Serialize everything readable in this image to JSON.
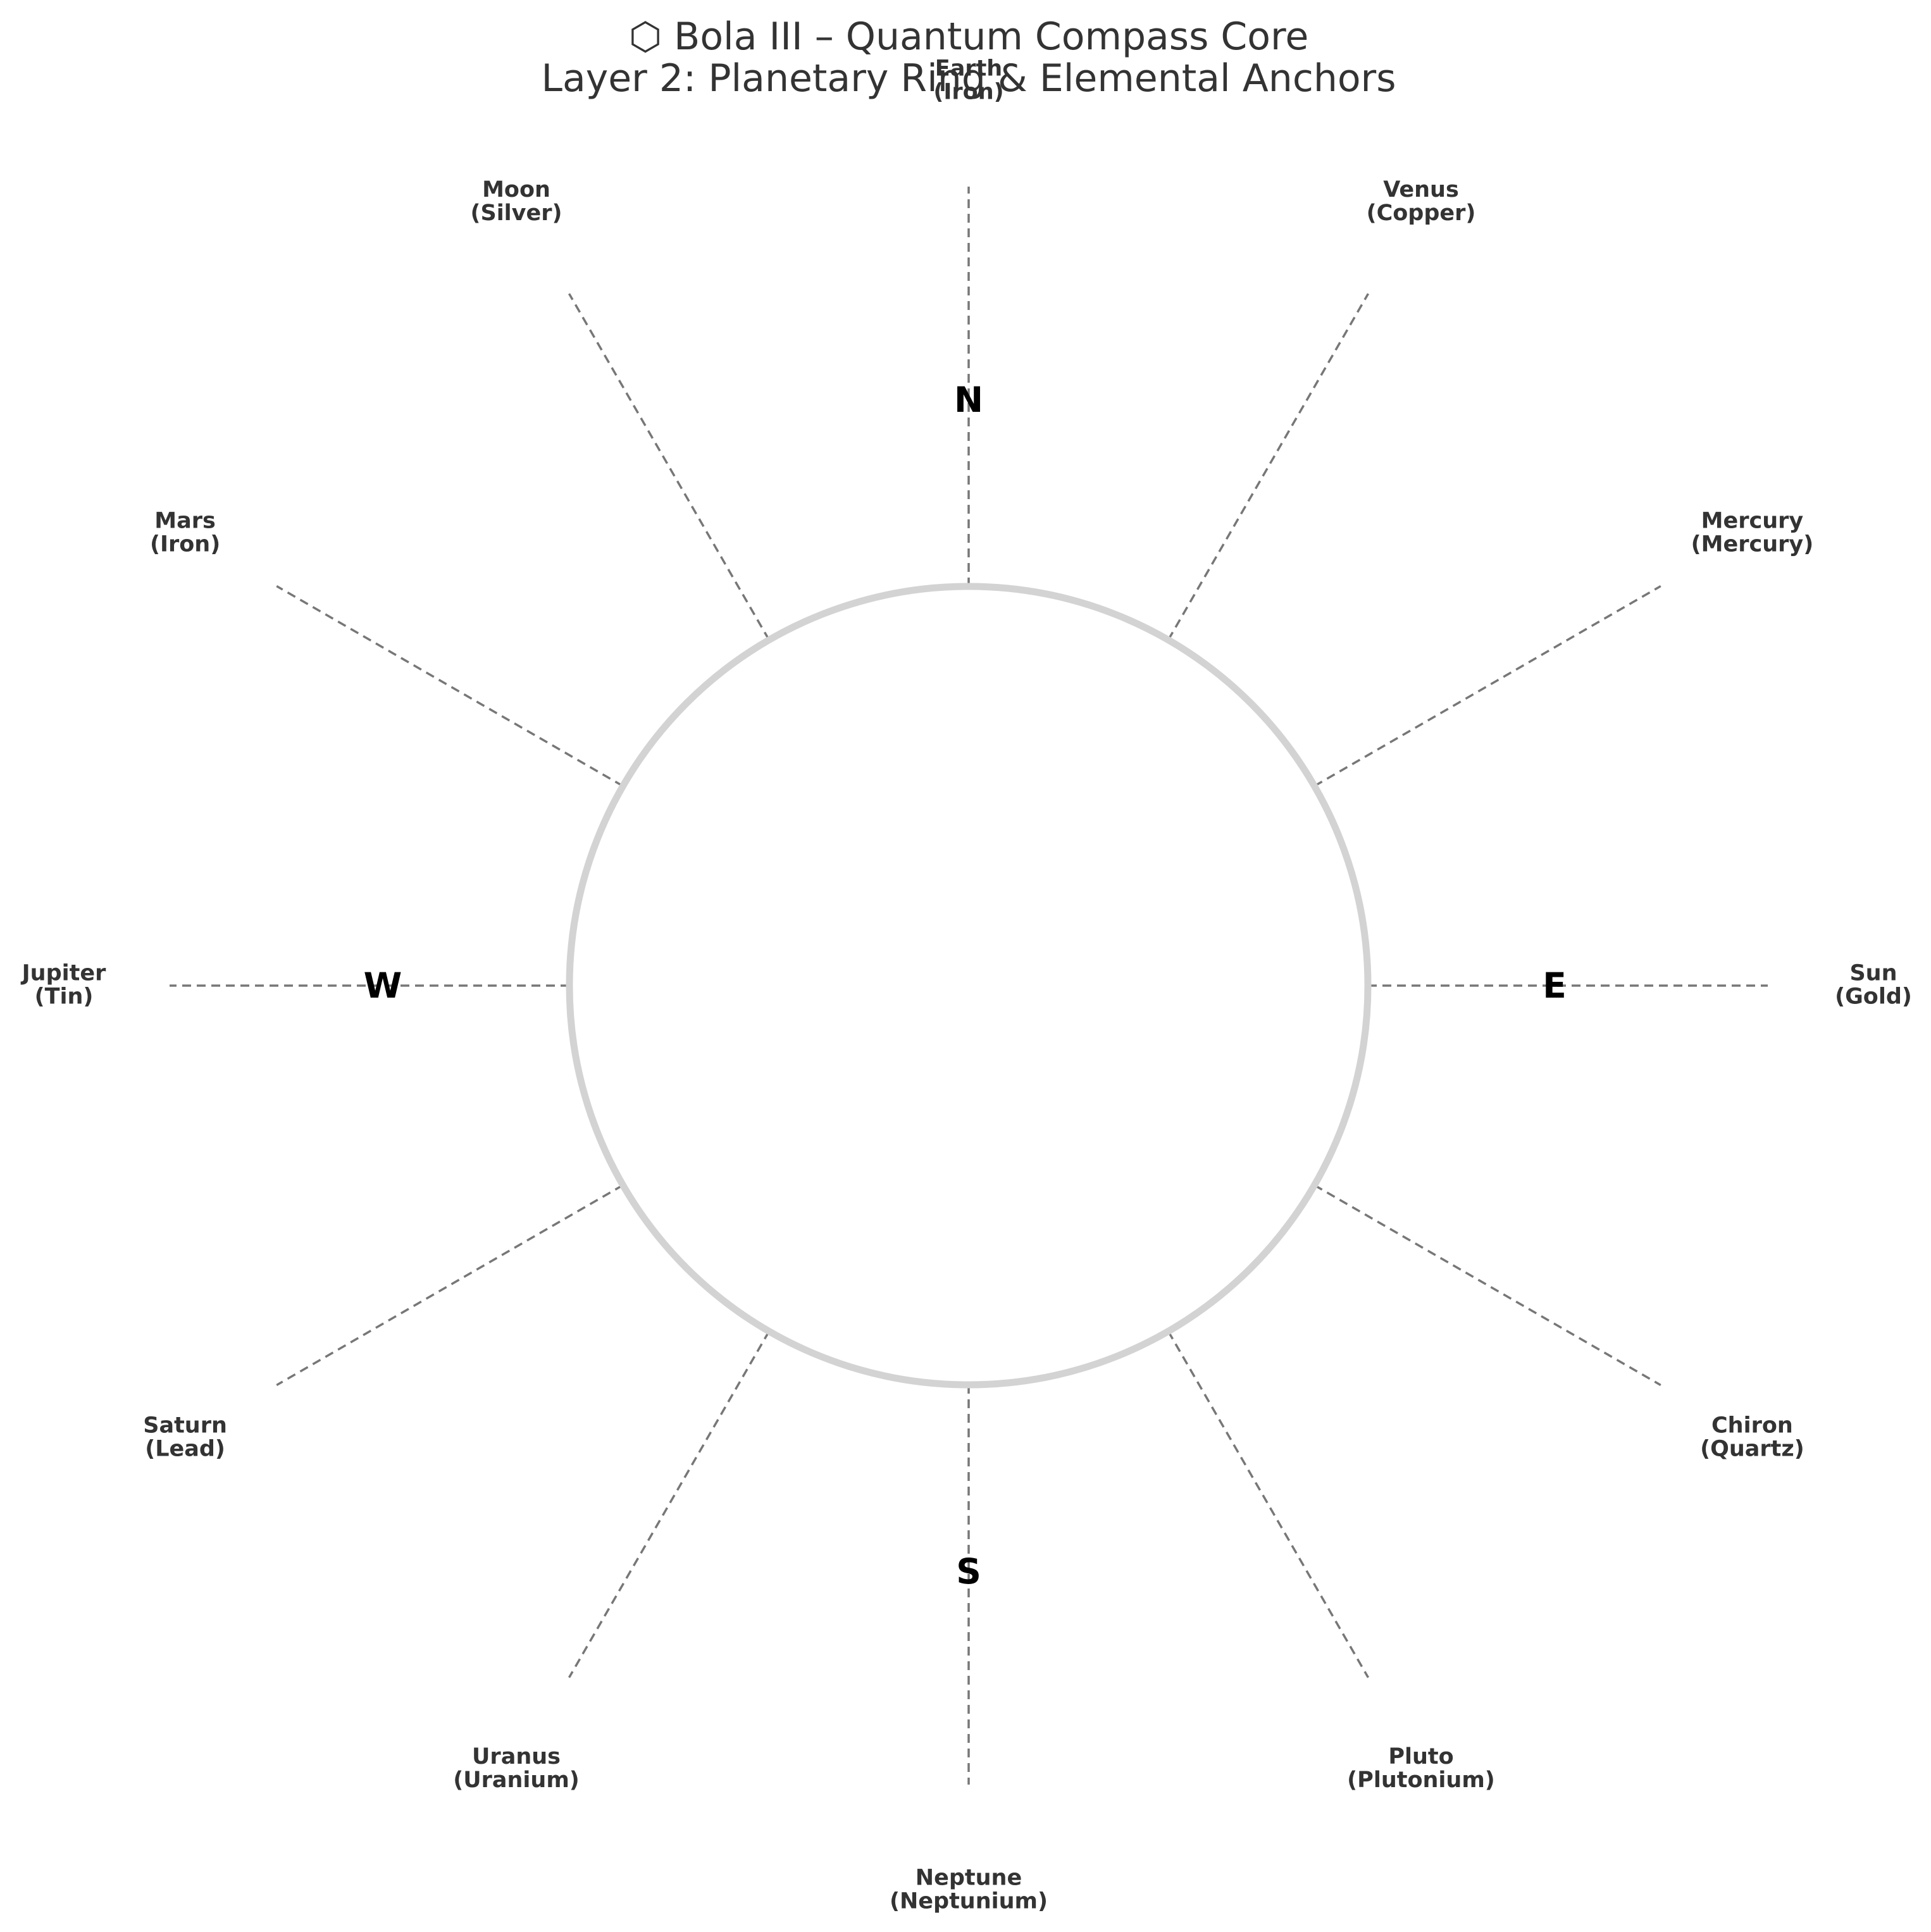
{
  "title": {
    "line1": "⬡ Bola III – Quantum Compass Core",
    "line2": "Layer 2: Planetary Ring & Elemental Anchors"
  },
  "colors": {
    "ring": "#d3d3d3",
    "spoke": "#777777",
    "label": "#333333",
    "cardinal": "#000000"
  },
  "anchors": [
    {
      "planet": "Earth",
      "element": "(Iron)"
    },
    {
      "planet": "Venus",
      "element": "(Copper)"
    },
    {
      "planet": "Mercury",
      "element": "(Mercury)"
    },
    {
      "planet": "Sun",
      "element": "(Gold)"
    },
    {
      "planet": "Chiron",
      "element": "(Quartz)"
    },
    {
      "planet": "Pluto",
      "element": "(Plutonium)"
    },
    {
      "planet": "Neptune",
      "element": "(Neptunium)"
    },
    {
      "planet": "Uranus",
      "element": "(Uranium)"
    },
    {
      "planet": "Saturn",
      "element": "(Lead)"
    },
    {
      "planet": "Jupiter",
      "element": "(Tin)"
    },
    {
      "planet": "Mars",
      "element": "(Iron)"
    },
    {
      "planet": "Moon",
      "element": "(Silver)"
    }
  ],
  "cardinals": [
    "N",
    "E",
    "S",
    "W"
  ]
}
